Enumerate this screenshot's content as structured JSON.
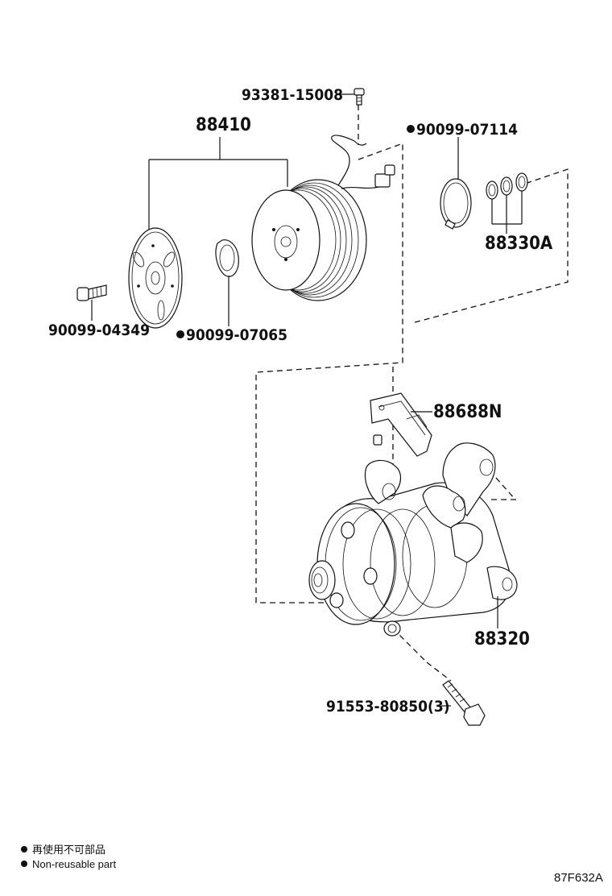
{
  "labels": {
    "bolt_top": "93381-15008",
    "clutch_assy": "88410",
    "snap_ring_top": "90099-07114",
    "oring_kit": "88330A",
    "bolt_left": "90099-04349",
    "snap_ring_mid": "90099-07065",
    "bracket": "88688N",
    "compressor": "88320",
    "bolt_bottom": "91553-80850(3)"
  },
  "legend": {
    "jp": "再使用不可部品",
    "en": "Non-reusable part"
  },
  "diagram_code": "87F632A"
}
